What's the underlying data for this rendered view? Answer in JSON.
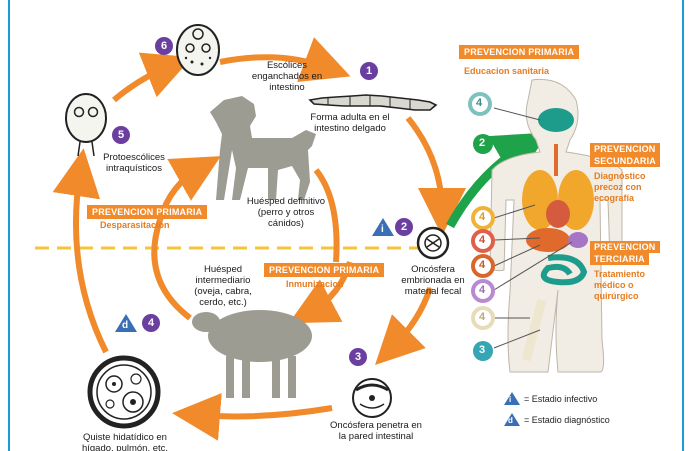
{
  "header": {
    "title_fragment": ""
  },
  "steps": {
    "n1": "1",
    "n2": "2",
    "n3": "3",
    "n4": "4",
    "n5": "5",
    "n6": "6"
  },
  "labels": {
    "escolices": "Escólices enganchados en intestino",
    "adulto": "Forma adulta en el intestino delgado",
    "protoescolices": "Protoescólices intraquísticos",
    "huesped_def": "Huésped definitivo (perro y otros cánidos)",
    "huesped_int": "Huésped intermediario (oveja, cabra, cerdo, etc.)",
    "oncosfera_fecal": "Oncósfera embrionada en material fecal",
    "oncosfera_pared": "Oncósfera penetra en la pared intestinal",
    "quiste": "Quiste hidatídico en hígado, pulmón, etc."
  },
  "prevention": {
    "primaria_1_title": "PREVENCION PRIMARIA",
    "primaria_1_sub": "Educacion sanitaria",
    "primaria_2_title": "PREVENCION PRIMARIA",
    "primaria_2_sub": "Desparasitacion",
    "primaria_3_title": "PREVENCION PRIMARIA",
    "primaria_3_sub": "Inmunizacion",
    "secundaria_title_1": "PREVENCION",
    "secundaria_title_2": "SECUNDARIA",
    "secundaria_sub": "Diagnóstico precoz con ecografía",
    "terciaria_title_1": "PREVENCION",
    "terciaria_title_2": "TERCIARIA",
    "terciaria_sub": "Tratamiento médico o quirúrgico"
  },
  "badges": {
    "infective": "i",
    "diagnostic": "d",
    "organ_4": "4",
    "organ_2": "2",
    "organ_3": "3"
  },
  "legend": {
    "infective_text": "= Estadio infectivo",
    "diagnostic_text": "= Estadio diagnóstico"
  },
  "colors": {
    "arrow": "#f08a2a",
    "green_arrow": "#1fa34a",
    "step_purple": "#6b3fa0",
    "badge_blue": "#3a6fb5",
    "border": "#1e9ad6",
    "animal": "#9c9c93",
    "body": "#f1ece4"
  }
}
